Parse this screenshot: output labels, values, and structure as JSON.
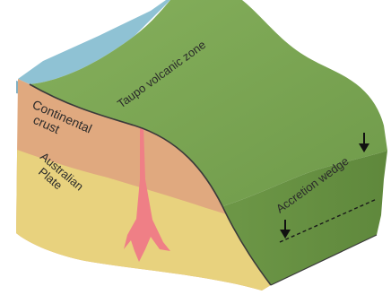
{
  "labels": {
    "top_surface": "Taupo volcanic zone",
    "crust_line1": "Continental",
    "crust_line2": "crust",
    "plate_line1": "Australian",
    "plate_line2": "Plate",
    "wedge": "Accretion wedge"
  },
  "colors": {
    "background": "#ffffff",
    "sea": "#8fc2d4",
    "land_surface": "#7aa554",
    "land_surface_dark": "#5f8a3e",
    "continental_crust": "#e0a97f",
    "australian_plate": "#e8d27e",
    "magma": "#ef7f86",
    "edge_line": "#3a3a3a"
  }
}
